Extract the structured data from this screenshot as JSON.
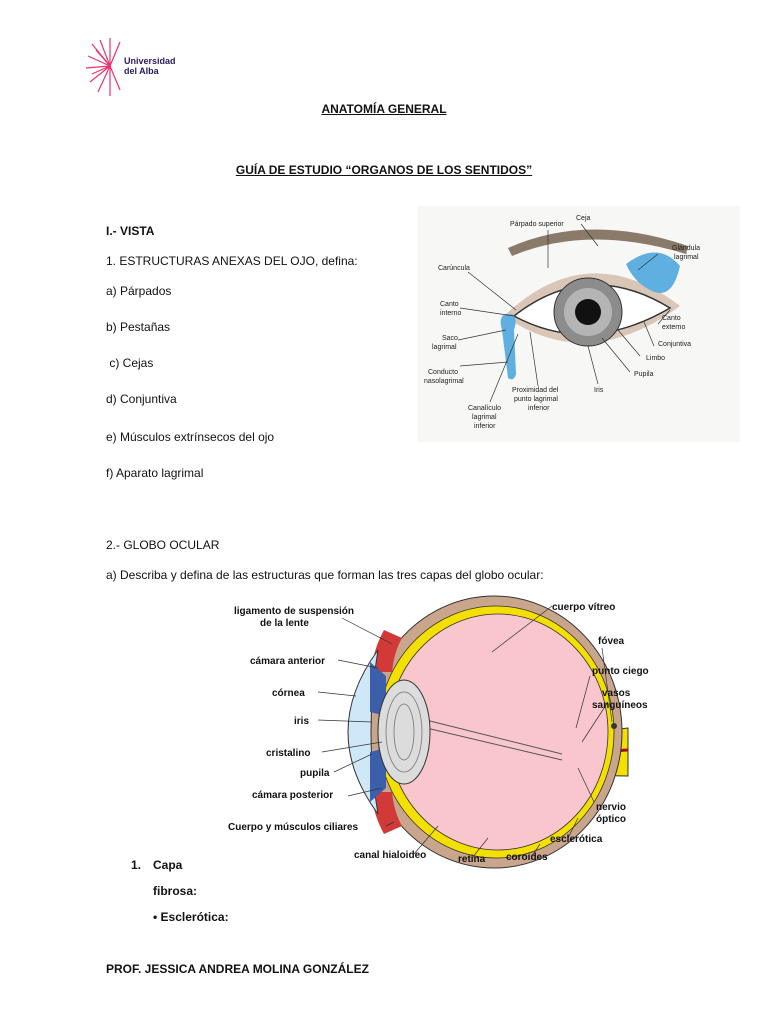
{
  "logo": {
    "line1": "Universidad",
    "line2": "del Alba"
  },
  "header": {
    "title": "ANATOMÍA GENERAL",
    "subtitle": "GUÍA DE ESTUDIO “ORGANOS DE LOS SENTIDOS”"
  },
  "section1": {
    "heading": "I.- VISTA",
    "question": "1. ESTRUCTURAS ANEXAS DEL OJO, defina:",
    "items": [
      "a) Párpados",
      "b) Pestañas",
      " c) Cejas",
      "d) Conjuntiva",
      "e) Músculos extrínsecos del ojo",
      "f) Aparato lagrimal"
    ]
  },
  "figure1": {
    "labels": {
      "parpado_superior": "Párpado superior",
      "ceja": "Ceja",
      "glandula": "Glándula",
      "lagrimal": "lagrimal",
      "caruncula": "Carúncula",
      "canto_interno_1": "Canto",
      "canto_interno_2": "interno",
      "saco_1": "Saco",
      "saco_2": "lagrimal",
      "conducto_1": "Conducto",
      "conducto_2": "nasolagrimal",
      "canto_externo_1": "Canto",
      "canto_externo_2": "externo",
      "conjuntiva": "Conjuntiva",
      "limbo": "Limbo",
      "pupila": "Pupila",
      "iris": "Iris",
      "proximidad_1": "Proximidad del",
      "proximidad_2": "punto lagrimal",
      "proximidad_3": "inferior",
      "canaliculo_1": "Canalículo",
      "canaliculo_2": "lagrimal",
      "canaliculo_3": "inferior"
    }
  },
  "section2": {
    "heading": "2.- GLOBO OCULAR",
    "question": "a) Describa y defina de las estructuras que forman las tres capas del globo ocular:"
  },
  "figure2": {
    "labels": {
      "ligamento_1": "ligamento de suspensión",
      "ligamento_2": "de la lente",
      "camara_anterior": "cámara anterior",
      "cornea": "córnea",
      "iris": "iris",
      "cristalino": "cristalino",
      "pupila": "pupila",
      "camara_posterior": "cámara posterior",
      "cuerpo_musculos": "Cuerpo y músculos ciliares",
      "canal_hialoideo": "canal hialoideo",
      "retina": "retina",
      "coroides": "coroides",
      "esclerotica": "esclerótica",
      "nervio_1": "nervio",
      "nervio_2": "óptico",
      "vasos_1": "vasos",
      "vasos_2": "sanguíneos",
      "punto_ciego": "punto ciego",
      "fovea": "fóvea",
      "cuerpo_vitreo": "cuerpo vítreo"
    }
  },
  "list": {
    "number": "1.",
    "line1": "Capa",
    "line2": "fibrosa:",
    "bullet": "• Esclerótica:"
  },
  "footer": {
    "author": "PROF. JESSICA ANDREA MOLINA GONZÁLEZ"
  }
}
